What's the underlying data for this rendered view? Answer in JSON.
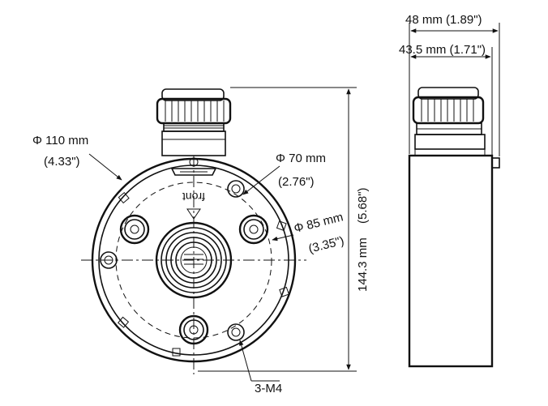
{
  "front_view": {
    "outer_diameter_mm": "Φ 110 mm",
    "outer_diameter_in": "(4.33\")",
    "inner_diameter_mm": "Φ 70 mm",
    "inner_diameter_in": "(2.76\")",
    "mid_diameter_mm": "Φ 85 mm",
    "mid_diameter_in": "(3.35\")",
    "height_mm": "144.3 mm",
    "height_in": "(5.68\")",
    "screw_spec": "3-M4",
    "front_mark": "front"
  },
  "side_view": {
    "total_depth": "48 mm  (1.89\")",
    "body_depth": "43.5 mm  (1.71\")"
  }
}
